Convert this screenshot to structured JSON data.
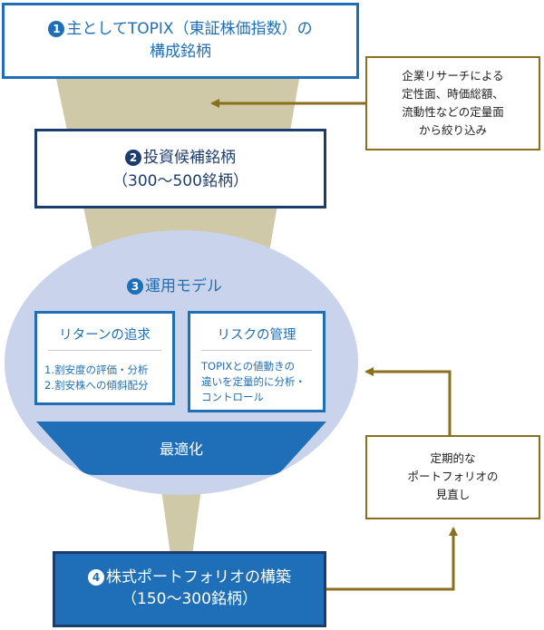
{
  "diagram": {
    "step1": {
      "number": "1",
      "line1": "主としてTOPIX（東証株価指数）の",
      "line2": "構成銘柄"
    },
    "step2": {
      "number": "2",
      "line1": "投資候補銘柄",
      "line2": "（300～500銘柄）"
    },
    "note_screening": {
      "lines": [
        "企業リサーチによる",
        "定性面、時価総額、",
        "流動性などの定量面",
        "から絞り込み"
      ]
    },
    "step3": {
      "number": "3",
      "title": "運用モデル",
      "return_box": {
        "title": "リターンの追求",
        "lines": [
          "1.割安度の評価・分析",
          "2.割安株への傾斜配分"
        ]
      },
      "risk_box": {
        "title": "リスクの管理",
        "lines": [
          "TOPIXとの値動きの",
          "違いを定量的に分析・",
          "コントロール"
        ]
      },
      "optimization_label": "最適化"
    },
    "note_review": {
      "lines": [
        "定期的な",
        "ポートフォリオの",
        "見直し"
      ]
    },
    "step4": {
      "number": "4",
      "line1": "株式ポートフォリオの構築",
      "line2": "（150～300銘柄）"
    },
    "colors": {
      "blue": "#1f6fb8",
      "navy": "#1c3c6e",
      "funnel": "#cfc9a8",
      "ellipse": "#c9d3eb",
      "arrow": "#8a6f1c"
    }
  }
}
